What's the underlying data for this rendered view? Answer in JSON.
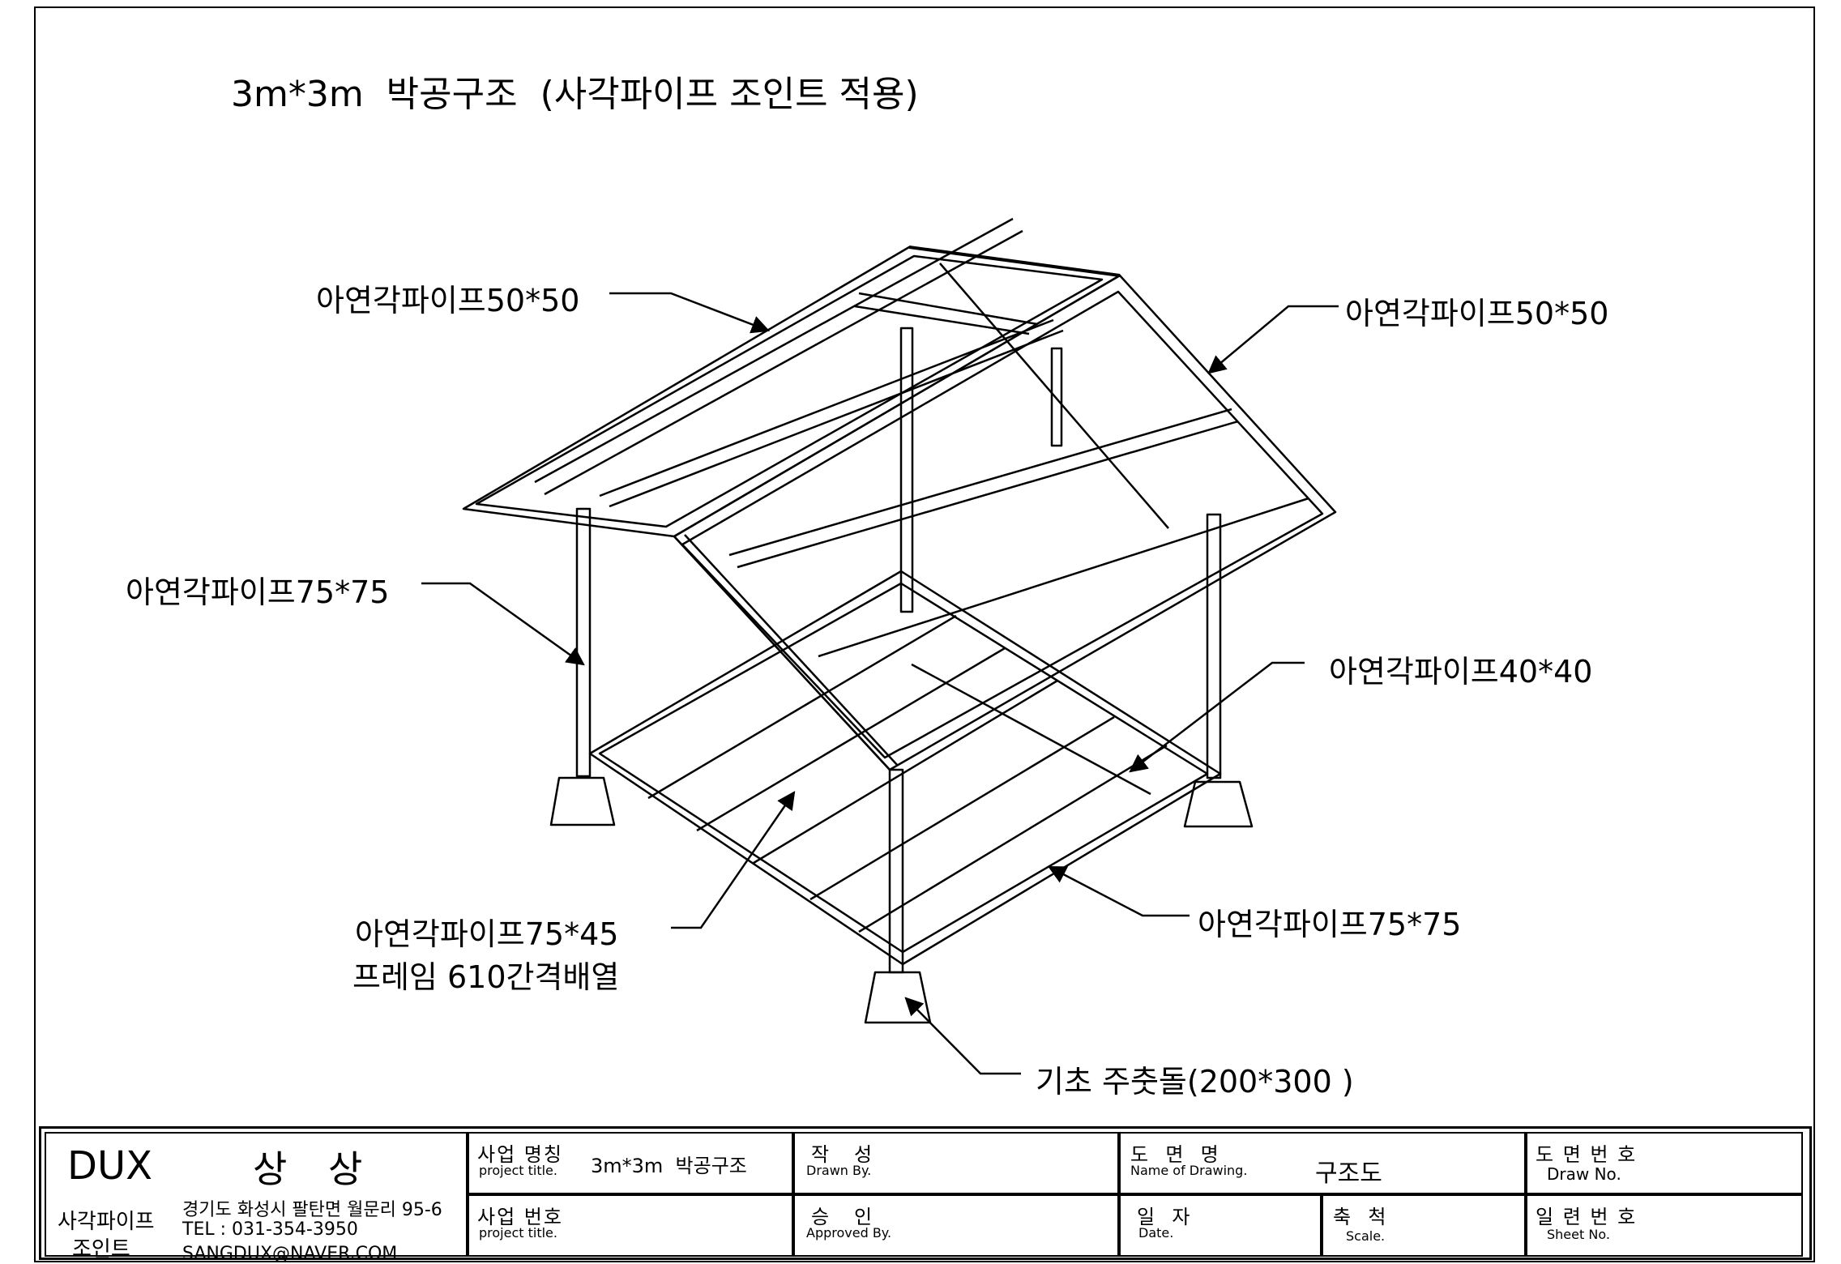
{
  "title": "3m*3m  박공구조  (사각파이프 조인트 적용)",
  "labels": {
    "roof_left": "아연각파이프50*50",
    "roof_right": "아연각파이프50*50",
    "post": "아연각파이프75*75",
    "joist": "아연각파이프40*40",
    "floor_frame_1": "아연각파이프75*45",
    "floor_frame_2": "프레임 610간격배열",
    "base_beam": "아연각파이프75*75",
    "footing": "기초 주춧돌(200*300 )"
  },
  "title_block": {
    "brand": "DUX",
    "brand_name": "상 상",
    "company_line1": "사각파이프",
    "company_line2": "조인트",
    "address": "경기도 화성시 팔탄면 월문리 95-6",
    "tel": "TEL : 031-354-3950",
    "email": "SANGDUX@NAVER.COM",
    "project_name_ko": "사업 명칭",
    "project_name_en": "project title.",
    "project_name_value": "3m*3m  박공구조",
    "project_no_ko": "사업 번호",
    "project_no_en": "project title.",
    "drawn_ko": "작   성",
    "drawn_en": "Drawn By.",
    "approved_ko": "승   인",
    "approved_en": "Approved By.",
    "drawing_name_ko": "도  면  명",
    "drawing_name_en": "Name of Drawing.",
    "drawing_name_value": "구조도",
    "date_ko": "일  자",
    "date_en": "Date.",
    "scale_ko": "축  척",
    "scale_en": "Scale.",
    "draw_no_ko": "도 면 번 호",
    "draw_no_en": "Draw No.",
    "sheet_no_ko": "일 련 번 호",
    "sheet_no_en": "Sheet No."
  }
}
